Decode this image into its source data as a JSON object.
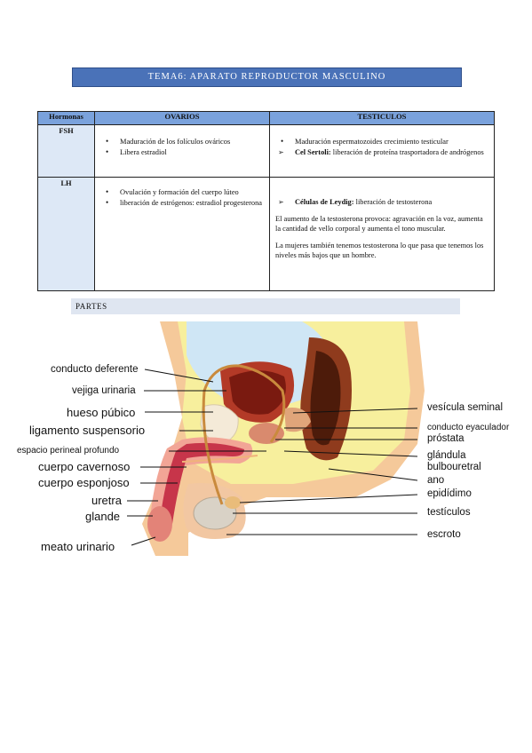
{
  "title": "TEMA6: APARATO REPRODUCTOR MASCULINO",
  "table": {
    "headers": [
      "Hormonas",
      "OVARIOS",
      "TESTICULOS"
    ],
    "rows": [
      {
        "hormone": "FSH",
        "ovarios": [
          "Maduración de los folículos ováricos",
          "Libera estradiol"
        ],
        "testiculos": [
          {
            "bold": "",
            "text": "Maduración espermatozoides crecimiento testicular"
          },
          {
            "bold": "Cel Sertoli:",
            "text": " liberación de proteína trasportadora de andrógenos"
          }
        ]
      },
      {
        "hormone": "LH",
        "ovarios": [
          "Ovulación y formación del cuerpo lúteo",
          "liberación de estrógenos: estradiol progesterona"
        ],
        "testiculos": [
          {
            "bold": "Células de Leydig:",
            "text": " liberación de testosterona"
          }
        ],
        "notes": [
          "El aumento de la testosterona provoca: agravación en la voz, aumenta la cantidad de vello corporal y aumenta el tono muscular.",
          "La mujeres también tenemos testosterona lo que pasa que tenemos los niveles más bajos que un hombre."
        ]
      }
    ]
  },
  "section": "PARTES",
  "labels_left": [
    "conducto deferente",
    "vejiga urinaria",
    "hueso púbico",
    "ligamento suspensorio",
    "espacio perineal profundo",
    "cuerpo cavernoso",
    "cuerpo esponjoso",
    "uretra",
    "glande",
    "meato urinario"
  ],
  "labels_right": [
    "vesícula seminal",
    "conducto eyaculador",
    "próstata",
    "glándula",
    "bulbouretral",
    "ano",
    "epidídimo",
    "testículos",
    "escroto"
  ]
}
